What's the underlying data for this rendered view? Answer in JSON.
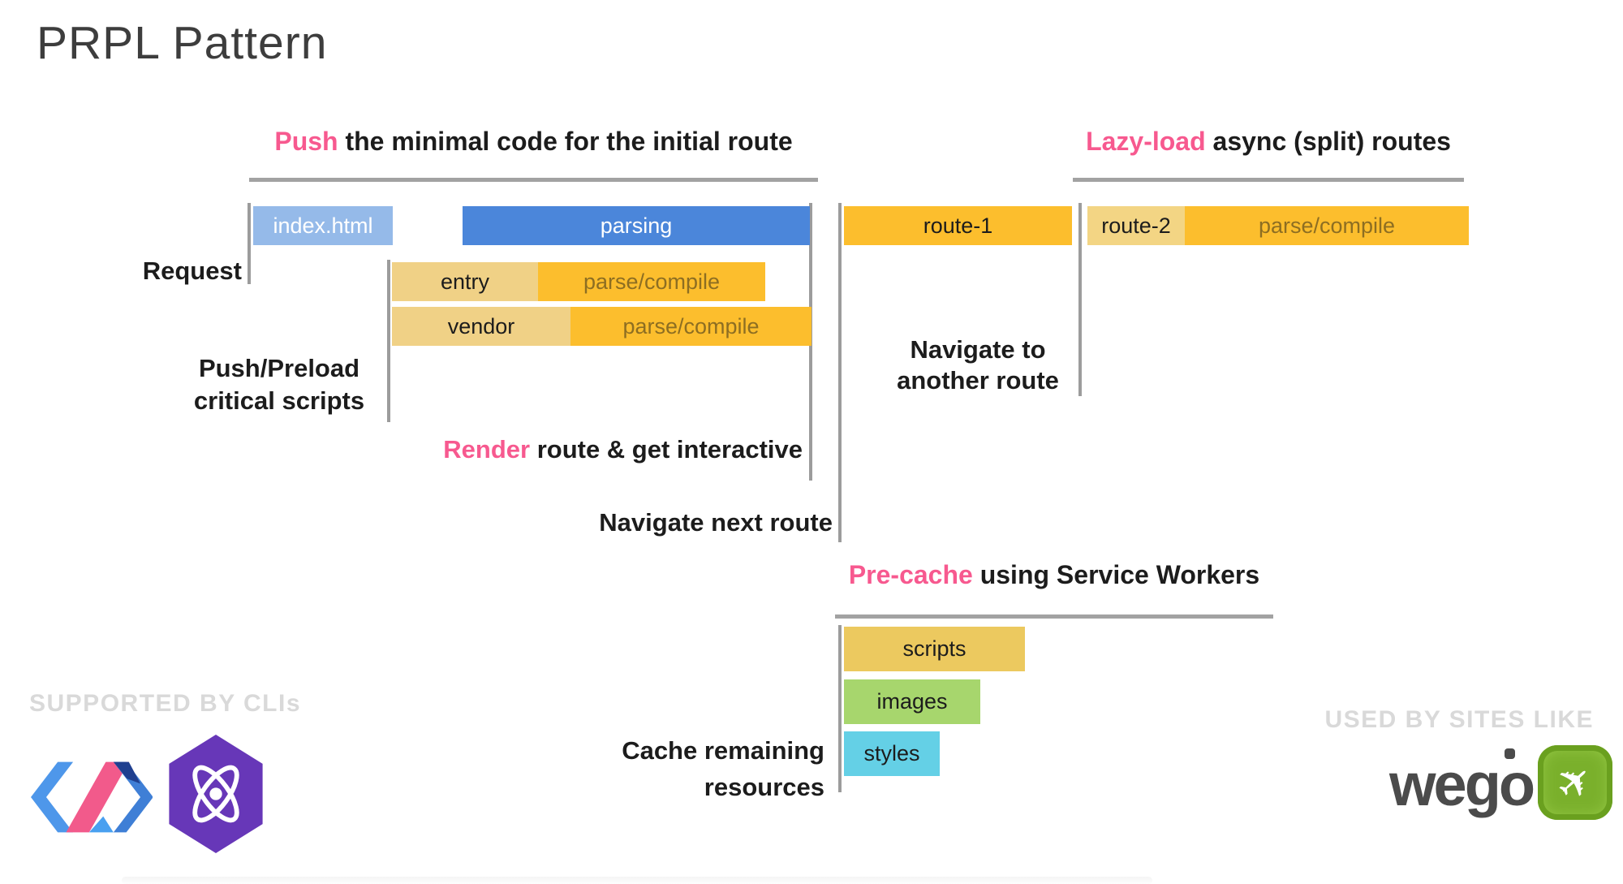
{
  "title": "PRPL Pattern",
  "colors": {
    "accent_pink": "#f7598f",
    "line_gray": "#9c9c9c",
    "parse_label_text": "#8d6e22",
    "muted_footer_text": "#d9d9d9"
  },
  "headers": {
    "push": {
      "highlight": "Push",
      "rest": " the minimal code for the initial route"
    },
    "lazy": {
      "highlight": "Lazy-load",
      "rest": " async (split) routes"
    },
    "precache": {
      "highlight": "Pre-cache",
      "rest": " using Service Workers"
    }
  },
  "labels": {
    "request": "Request",
    "push_preload_line1": "Push/Preload",
    "push_preload_line2": "critical scripts",
    "render_highlight": "Render",
    "render_rest": " route & get interactive",
    "navigate_next": "Navigate next route",
    "navigate_another_line1": "Navigate to",
    "navigate_another_line2": "another route",
    "cache_line1": "Cache remaining",
    "cache_line2": "resources"
  },
  "bars": {
    "index_html": {
      "label": "index.html",
      "color": "#95bae9"
    },
    "parsing": {
      "label": "parsing",
      "color": "#4b86da"
    },
    "entry": {
      "label": "entry",
      "color": "#f0d186"
    },
    "entry_parse": {
      "label": "parse/compile",
      "color": "#fcbe2d"
    },
    "vendor": {
      "label": "vendor",
      "color": "#f0d186"
    },
    "vendor_parse": {
      "label": "parse/compile",
      "color": "#fcbe2d"
    },
    "route1": {
      "label": "route-1",
      "color": "#fcbe2d"
    },
    "route2": {
      "label": "route-2",
      "color": "#f3d584"
    },
    "route2_parse": {
      "label": "parse/compile",
      "color": "#fcbe2d"
    },
    "scripts": {
      "label": "scripts",
      "color": "#ecc95f"
    },
    "images": {
      "label": "images",
      "color": "#a7d66d"
    },
    "styles": {
      "label": "styles",
      "color": "#64d0e6"
    }
  },
  "footer": {
    "supported_by": "SUPPORTED BY CLIs",
    "used_by": "USED BY SITES LIKE",
    "wego_text": "wego",
    "wego_plane_glyph": "✈"
  }
}
